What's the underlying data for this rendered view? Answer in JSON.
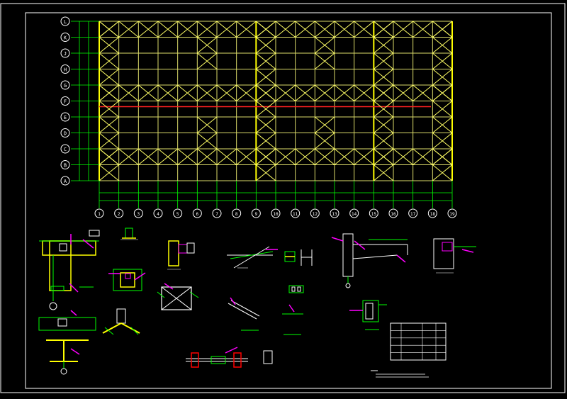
{
  "colors": {
    "background": "#000000",
    "frame": "#ffffff",
    "main_beam": "#ffff00",
    "grid": "#dcdc6a",
    "axis": "#00ff00",
    "brace": "#ffff66",
    "purlin_red": "#ff2020",
    "detail_magenta": "#ff00ff",
    "detail_white": "#ffffff",
    "detail_cyan": "#00ffff"
  },
  "plan": {
    "column_axes": [
      "1",
      "2",
      "3",
      "4",
      "5",
      "6",
      "7",
      "8",
      "9",
      "10",
      "11",
      "12",
      "13",
      "14",
      "15",
      "16",
      "17",
      "18",
      "19"
    ],
    "row_axes": [
      "L",
      "K",
      "J",
      "H",
      "G",
      "F",
      "E",
      "D",
      "C",
      "B",
      "A"
    ],
    "main_frame_columns": [
      1,
      9,
      15
    ],
    "title": "",
    "dimension": ""
  },
  "details": {
    "notes": ""
  }
}
